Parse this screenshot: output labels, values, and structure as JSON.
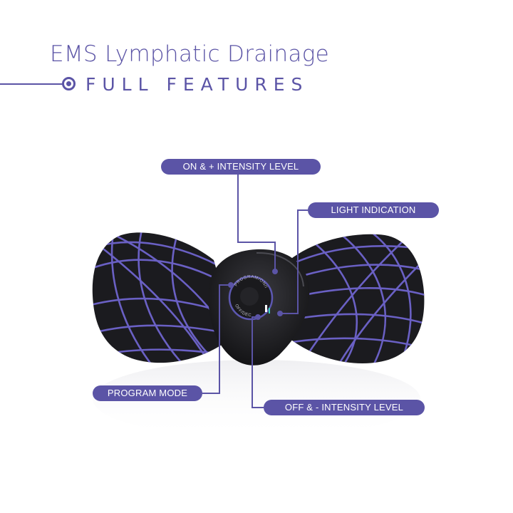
{
  "header": {
    "title": "EMS Lymphatic Drainage",
    "subtitle": "FULL FEATURES"
  },
  "callouts": {
    "on_intensity": "ON & + INTENSITY LEVEL",
    "light_indication": "LIGHT INDICATION",
    "program_mode": "PROGRAM MODE",
    "off_intensity": "OFF & - INTENSITY LEVEL"
  },
  "device": {
    "button_text_top": "PROGRAM/ON/INC",
    "button_text_bottom": "OFF/DEC"
  },
  "colors": {
    "accent": "#5b54a6",
    "device_body": "#1b1b1f"
  }
}
